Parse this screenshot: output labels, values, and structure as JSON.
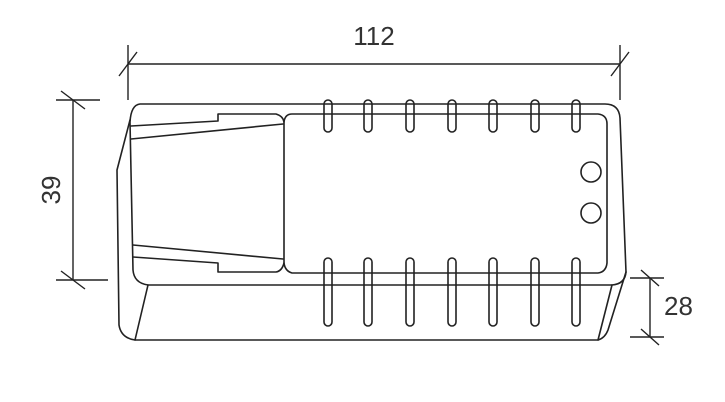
{
  "dimensions": {
    "length": "112",
    "width": "39",
    "height": "28"
  },
  "colors": {
    "stroke": "#222222",
    "background": "#ffffff"
  }
}
